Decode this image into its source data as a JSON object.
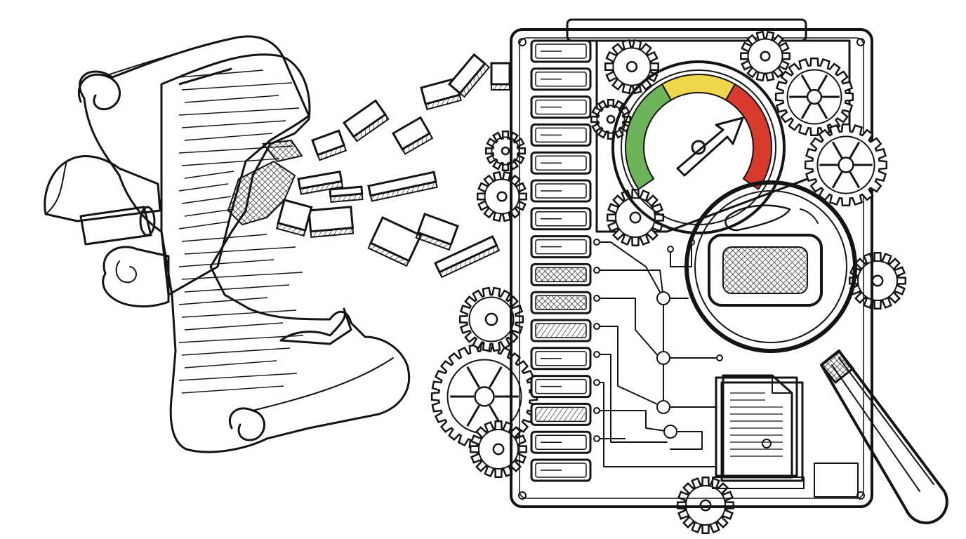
{
  "illustration": {
    "style": "pen-and-ink engraving",
    "subjects": [
      "torn-scroll-icon",
      "fragments-icon",
      "machine-panel",
      "gauge-icon",
      "gear-icon",
      "circuit-traces",
      "magnifying-glass-icon",
      "document-stack-icon"
    ]
  },
  "gauge": {
    "zones": [
      {
        "name": "low",
        "color": "#6db35a"
      },
      {
        "name": "mid",
        "color": "#f0d64a"
      },
      {
        "name": "high",
        "color": "#d83a2e"
      }
    ]
  },
  "palette": {
    "ink": "#141414",
    "paper": "#ffffff",
    "panel_fill": "#ffffff"
  }
}
